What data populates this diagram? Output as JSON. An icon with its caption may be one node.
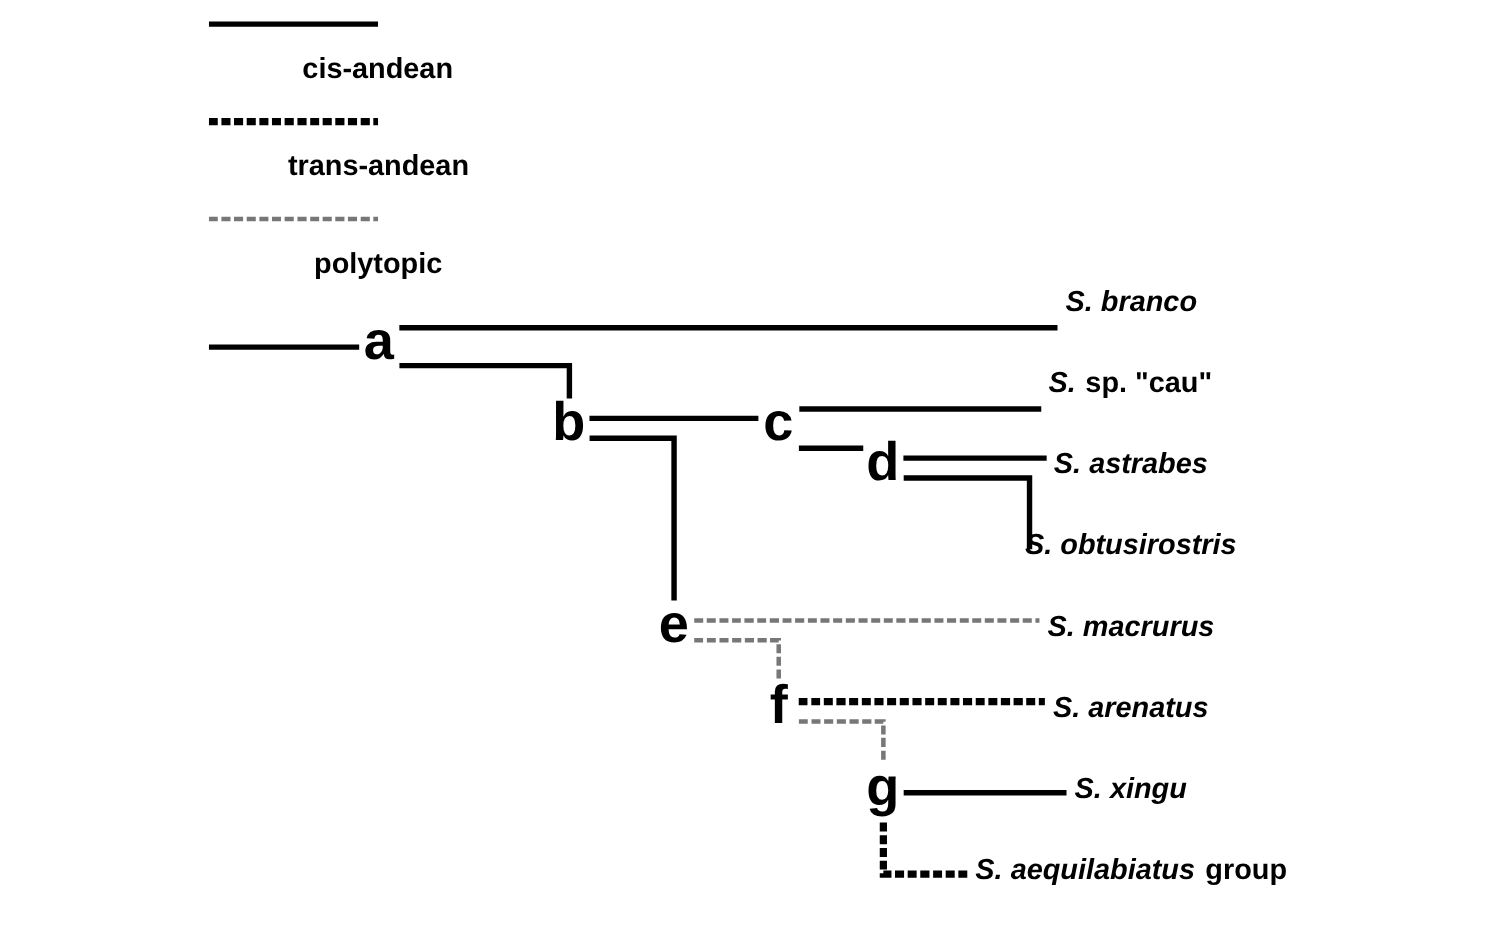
{
  "diagram": {
    "nodes": [
      {
        "text": [
          "a"
        ]
      },
      {
        "text": [
          "*S. branco*"
        ]
      },
      {
        "text": [
          "b"
        ]
      },
      {
        "text": [
          "c"
        ]
      },
      {
        "text": [
          "*S.* sp. \"cau\""
        ]
      },
      {
        "text": [
          "d"
        ]
      },
      {
        "text": [
          "*S. astrabes*"
        ]
      },
      {
        "text": [
          "*S. obtusirostris*"
        ]
      },
      {
        "text": [
          "e"
        ]
      },
      {
        "text": [
          "*S. macrurus*"
        ]
      },
      {
        "text": [
          "f"
        ]
      },
      {
        "text": [
          "*S. arenatus*"
        ]
      },
      {
        "text": [
          "g"
        ]
      },
      {
        "text": [
          "*S. xingu*"
        ]
      },
      {
        "text": [
          "*S. aequilabiatus* group"
        ]
      }
    ],
    "edges": [
      {
        "from": null,
        "to": 0,
        "arrow": "none"
      },
      {
        "from": 0,
        "to": 1,
        "arrow": "none"
      },
      {
        "from": 0,
        "to": 2,
        "arrow": "none"
      },
      {
        "from": 2,
        "to": 3,
        "arrow": "none"
      },
      {
        "from": 3,
        "to": 4,
        "arrow": "none"
      },
      {
        "from": 3,
        "to": 5,
        "arrow": "none"
      },
      {
        "from": 5,
        "to": 6,
        "arrow": "none"
      },
      {
        "from": 5,
        "to": 7,
        "arrow": "none"
      },
      {
        "from": 2,
        "to": 8,
        "arrow": "none"
      },
      {
        "from": 8,
        "to": 9,
        "arrow": "none",
        "style": "dashed",
        "color": "#777777"
      },
      {
        "from": 8,
        "to": 10,
        "arrow": "none",
        "style": "dashed",
        "color": "#777777"
      },
      {
        "from": 10,
        "to": 11,
        "arrow": "none",
        "style": "dashed"
      },
      {
        "from": 10,
        "to": 12,
        "arrow": "none",
        "style": "dashed",
        "color": "#777777"
      },
      {
        "from": 12,
        "to": 13,
        "arrow": "none"
      },
      {
        "from": 12,
        "to": 14,
        "arrow": "none",
        "style": "dashed"
      }
    ],
    "legend": [
      {
        "text": "cis-andean"
      },
      {
        "text": "trans-andean"
      },
      {
        "text": "polytopic"
      }
    ]
  }
}
